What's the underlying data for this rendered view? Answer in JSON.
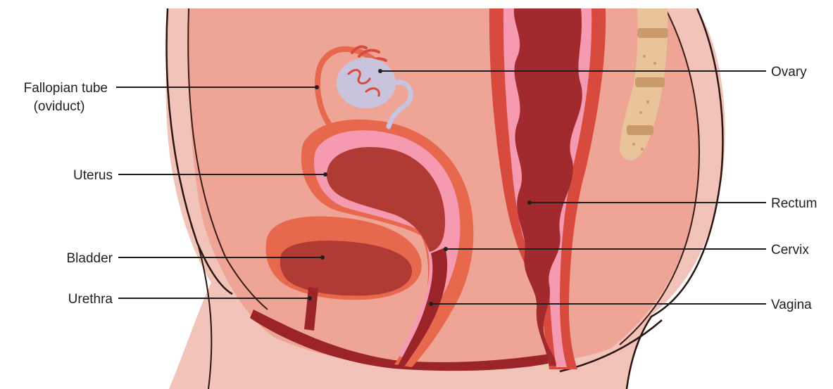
{
  "labels": {
    "fallopian_line1": "Fallopian tube",
    "fallopian_line2": "(oviduct)",
    "uterus": "Uterus",
    "bladder": "Bladder",
    "urethra": "Urethra",
    "ovary": "Ovary",
    "rectum": "Rectum",
    "cervix": "Cervix",
    "vagina": "Vagina"
  },
  "colors": {
    "skin": "#f2c3b8",
    "cavity": "#eea596",
    "outline": "#2a1410",
    "deep_red": "#9a2428",
    "mid_red": "#c4393c",
    "pink_lining": "#f59ab0",
    "organ_orange": "#e8684e",
    "ovary_lavender": "#c9c3dd",
    "spine_tan": "#e9c39a"
  }
}
